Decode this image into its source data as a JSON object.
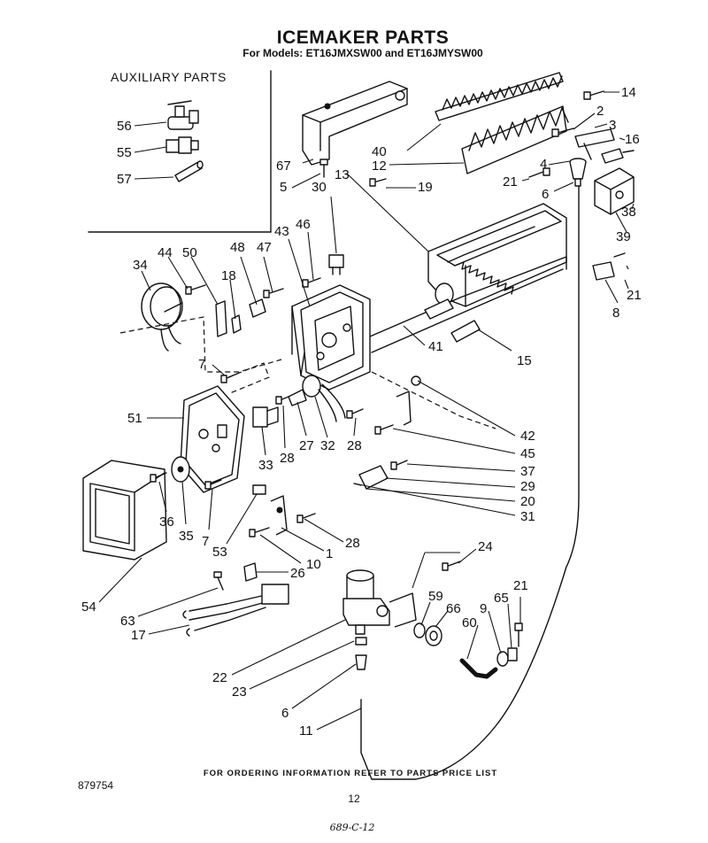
{
  "title": "ICEMAKER PARTS",
  "subtitle": "For Models: ET16JMXSW00 and ET16JMYSW00",
  "auxiliary_heading": "AUXILIARY PARTS",
  "footer_note": "FOR ORDERING INFORMATION REFER TO PARTS PRICE LIST",
  "document_number": "879754",
  "page_number": "12",
  "handwritten_code": "689-C-12",
  "part_callouts": [
    "56",
    "55",
    "57",
    "14",
    "2",
    "3",
    "16",
    "40",
    "12",
    "4",
    "21",
    "6",
    "67",
    "5",
    "30",
    "13",
    "19",
    "38",
    "39",
    "46",
    "43",
    "48",
    "47",
    "44",
    "50",
    "34",
    "18",
    "8",
    "21",
    "41",
    "15",
    "7",
    "51",
    "42",
    "45",
    "37",
    "29",
    "20",
    "31",
    "33",
    "28",
    "27",
    "32",
    "28",
    "36",
    "35",
    "7",
    "53",
    "28",
    "1",
    "10",
    "54",
    "63",
    "26",
    "17",
    "24",
    "59",
    "66",
    "9",
    "65",
    "21",
    "60",
    "22",
    "23",
    "6",
    "11"
  ]
}
